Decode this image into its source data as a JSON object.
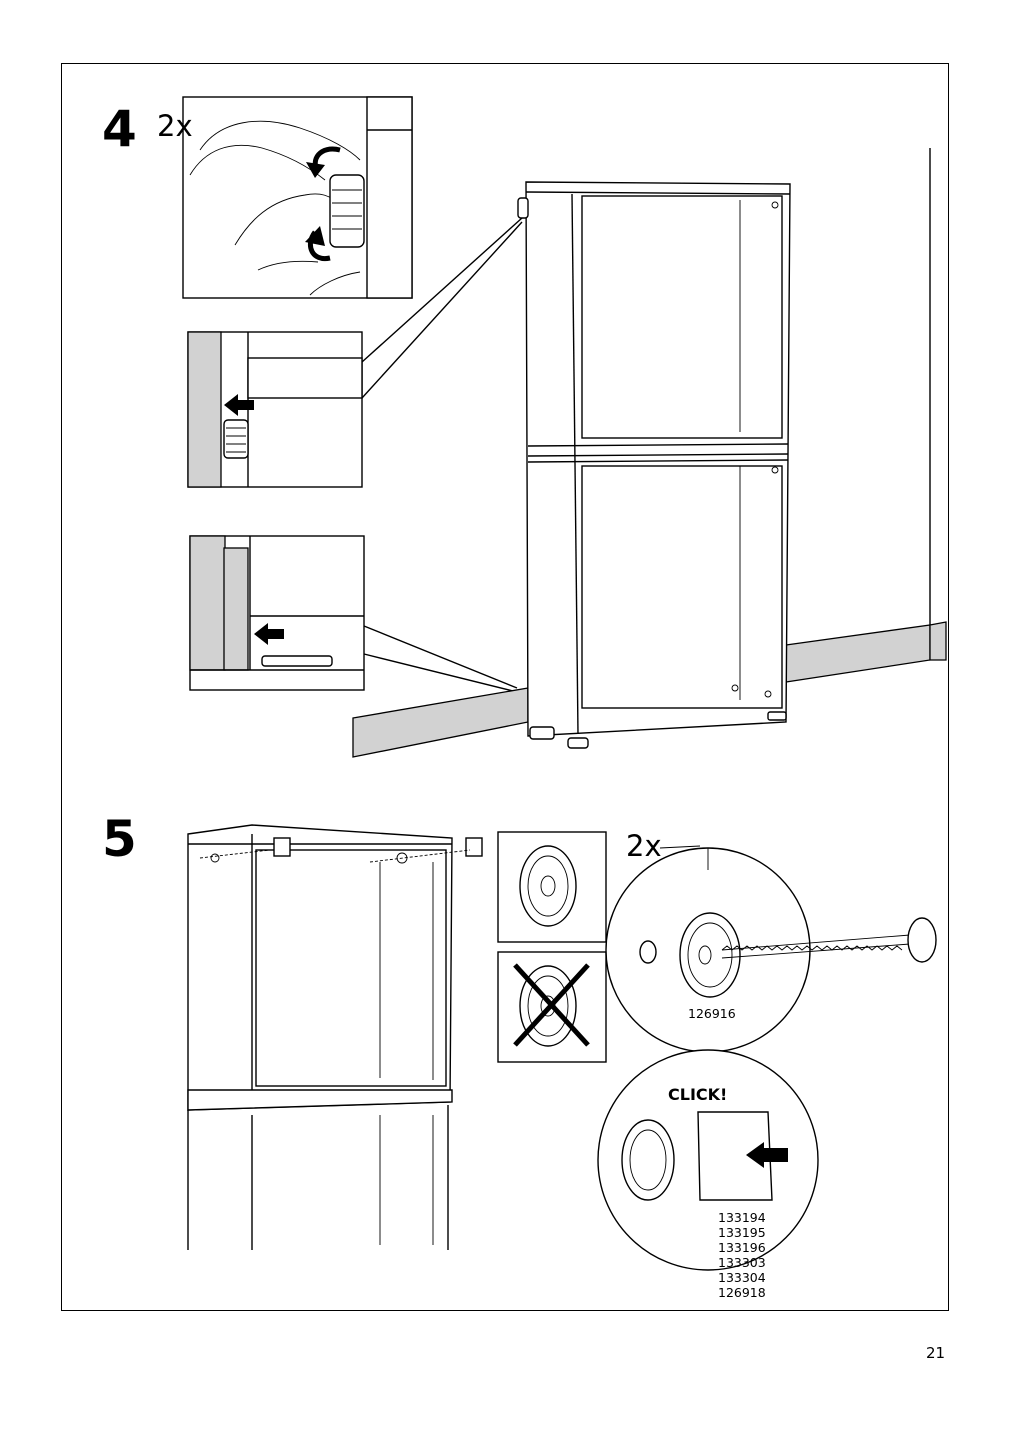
{
  "page_number": "21",
  "steps": [
    {
      "number": "4",
      "count": "2x"
    },
    {
      "number": "5",
      "count": "2x"
    }
  ],
  "step5": {
    "screw_part_number": "126916",
    "click_label": "CLICK!",
    "cover_part_numbers": [
      "133194",
      "133195",
      "133196",
      "133303",
      "133304",
      "126918"
    ]
  },
  "icons": [
    "hand-turning-foot-icon",
    "arrow-left-icon",
    "cross-out-icon",
    "screw-icon",
    "cover-cap-icon",
    "arrow-push-icon"
  ],
  "colors": {
    "line": "#000000",
    "fill_gray": "#d2d2d2",
    "background": "#ffffff"
  }
}
